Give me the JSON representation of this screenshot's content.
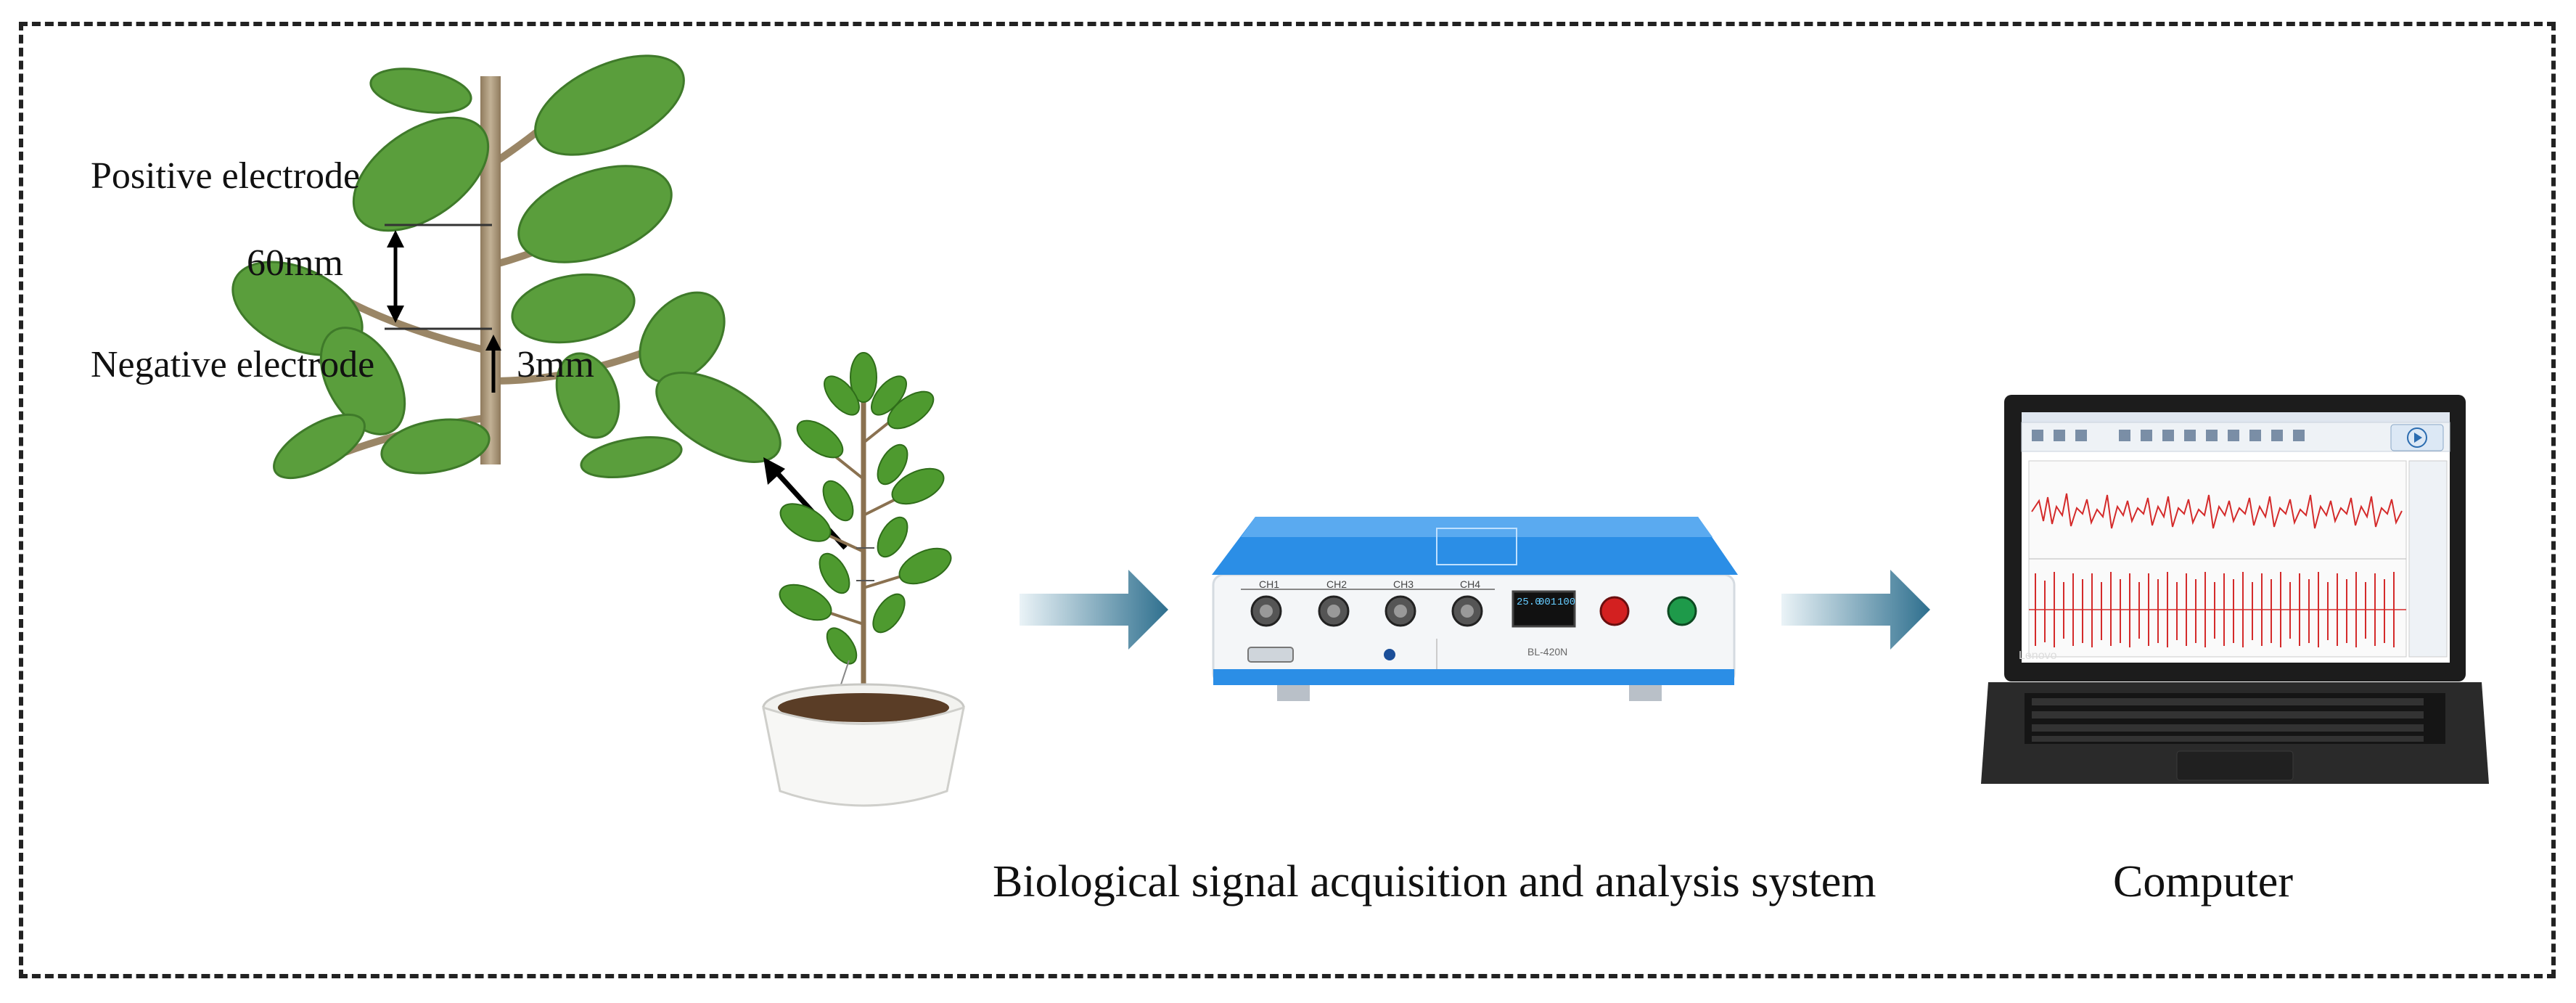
{
  "labels": {
    "positive_electrode": "Positive electrode",
    "distance": "60mm",
    "negative_electrode": "Negative electrode",
    "offset": "3mm",
    "acquisition_system": "Biological signal acquisition and analysis system",
    "computer": "Computer"
  },
  "device": {
    "channels": [
      "CH1",
      "CH2",
      "CH3",
      "CH4"
    ],
    "display_values": [
      "25.0",
      "001",
      "100"
    ],
    "model_text": "BL-420N"
  },
  "laptop": {
    "brand": "Lenovo"
  },
  "colors": {
    "device_blue": "#2b8ee6",
    "arrow_dark": "#2e6f8e",
    "arrow_light": "#eaf3f7",
    "signal_red": "#d42a2a",
    "leaf_green": "#5a9e3c",
    "stem_brown": "#a89272"
  }
}
